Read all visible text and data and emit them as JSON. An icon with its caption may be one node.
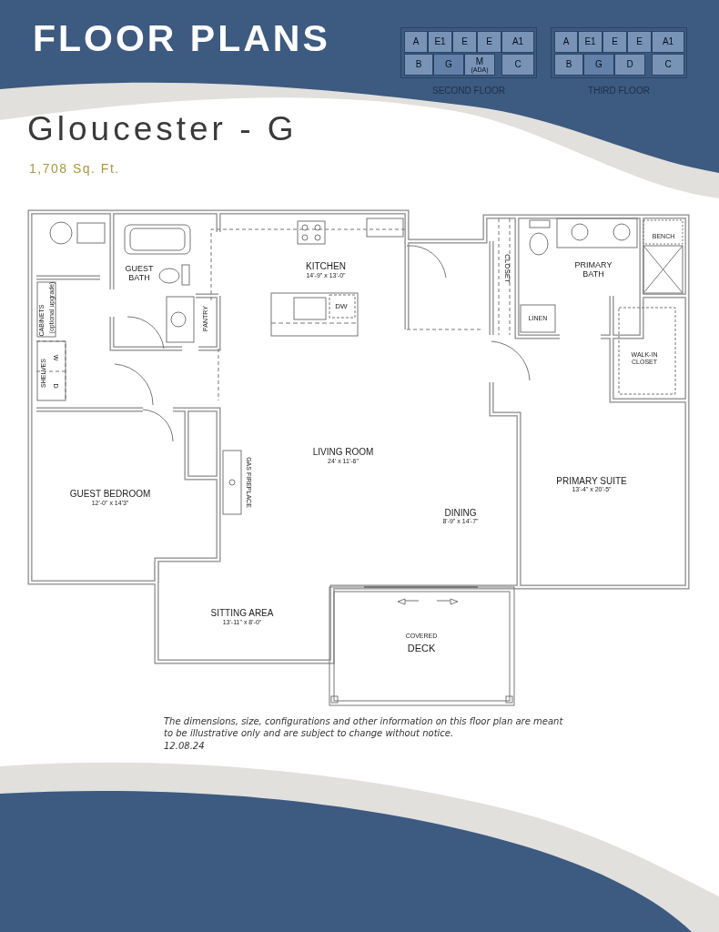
{
  "diagram": {
    "title": "FLOOR PLANS",
    "caption": "The dimensions, size, configurations and other information on this floor plan are meant to be illustrative only and are subject to change without notice.",
    "nodes": [
      {
        "text": [
          "SECOND FLOOR"
        ]
      },
      {
        "text": [
          "A"
        ],
        "in": 0
      },
      {
        "text": [
          "E1"
        ],
        "in": 0
      },
      {
        "text": [
          "E"
        ],
        "in": 0
      },
      {
        "text": [
          "E"
        ],
        "in": 0
      },
      {
        "text": [
          "A1"
        ],
        "in": 0
      },
      {
        "text": [
          "B"
        ],
        "in": 0
      },
      {
        "text": [
          "G"
        ],
        "in": 0
      },
      {
        "text": [
          "M",
          "(ADA)"
        ],
        "in": 0
      },
      {
        "text": [
          "C"
        ],
        "in": 0
      },
      {
        "text": [
          "THIRD FLOOR"
        ]
      },
      {
        "text": [
          "A"
        ],
        "in": 10
      },
      {
        "text": [
          "E1"
        ],
        "in": 10
      },
      {
        "text": [
          "E"
        ],
        "in": 10
      },
      {
        "text": [
          "E"
        ],
        "in": 10
      },
      {
        "text": [
          "A1"
        ],
        "in": 10
      },
      {
        "text": [
          "B"
        ],
        "in": 10
      },
      {
        "text": [
          "G"
        ],
        "in": 10
      },
      {
        "text": [
          "D"
        ],
        "in": 10
      },
      {
        "text": [
          "C"
        ],
        "in": 10
      }
    ],
    "edges": [],
    "labels": [
      "Gloucester - G",
      "1,708 Sq. Ft.",
      "GUEST BATH",
      "KITCHEN",
      "14'-9\" x 13'-0\"",
      "DW",
      "CLOSET",
      "PRIMARY BATH",
      "BENCH",
      "CABINETS",
      "(optional upgrade)",
      "PANTRY",
      "LINEN",
      "W",
      "SHELVES",
      "D",
      "WALK-IN CLOSET",
      "LIVING ROOM",
      "24' x 11'-6\"",
      "GAS FIREPLACE",
      "PRIMARY SUITE",
      "13'-4\" x 20'-5\"",
      "GUEST BEDROOM",
      "12'-0\" x 14'3\"",
      "DINING",
      "8'-9\" x 14'-7\"",
      "SITTING AREA",
      "13'-11\" x 8'-0\"",
      "COVERED",
      "DECK",
      "12.08.24"
    ]
  }
}
